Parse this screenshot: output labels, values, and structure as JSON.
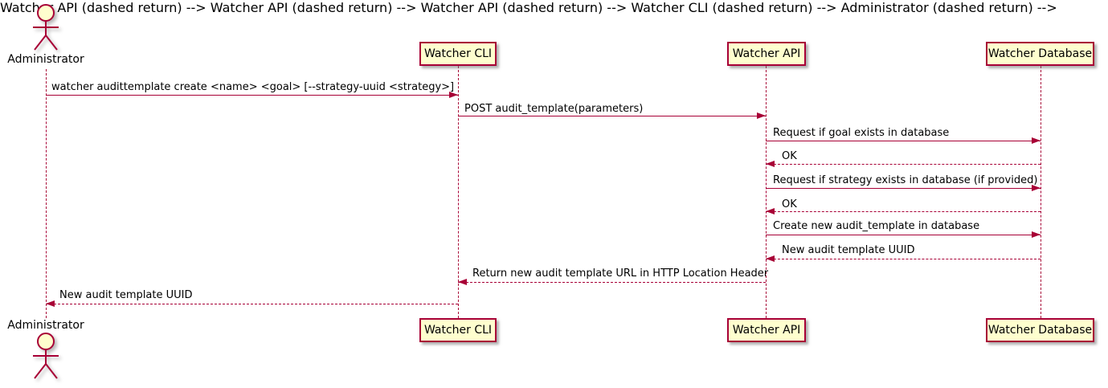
{
  "diagram": {
    "type": "sequence",
    "style": "plantuml-default"
  },
  "colors": {
    "participant_fill": "#FEFECE",
    "line_and_border": "#A80036",
    "text": "#000000",
    "background": "#FFFFFF"
  },
  "actor": {
    "label": "Administrator"
  },
  "participants": [
    {
      "label": "Watcher CLI"
    },
    {
      "label": "Watcher API"
    },
    {
      "label": "Watcher Database"
    }
  ],
  "messages": [
    {
      "from": "Administrator",
      "to": "Watcher CLI",
      "style": "solid",
      "text": "watcher audittemplate create <name> <goal> [--strategy-uuid <strategy>]"
    },
    {
      "from": "Watcher CLI",
      "to": "Watcher API",
      "style": "solid",
      "text": "POST audit_template(parameters)"
    },
    {
      "from": "Watcher API",
      "to": "Watcher Database",
      "style": "solid",
      "text": "Request if goal exists in database"
    },
    {
      "from": "Watcher Database",
      "to": "Watcher API",
      "style": "dashed",
      "text": "OK"
    },
    {
      "from": "Watcher API",
      "to": "Watcher Database",
      "style": "solid",
      "text": "Request if strategy exists in database (if provided)"
    },
    {
      "from": "Watcher Database",
      "to": "Watcher API",
      "style": "dashed",
      "text": "OK"
    },
    {
      "from": "Watcher API",
      "to": "Watcher Database",
      "style": "solid",
      "text": "Create new audit_template in database"
    },
    {
      "from": "Watcher Database",
      "to": "Watcher API",
      "style": "dashed",
      "text": "New audit template UUID"
    },
    {
      "from": "Watcher API",
      "to": "Watcher CLI",
      "style": "dashed",
      "text": "Return new audit template URL in HTTP Location Header"
    },
    {
      "from": "Watcher CLI",
      "to": "Administrator",
      "style": "dashed",
      "text": "New audit template UUID"
    }
  ]
}
